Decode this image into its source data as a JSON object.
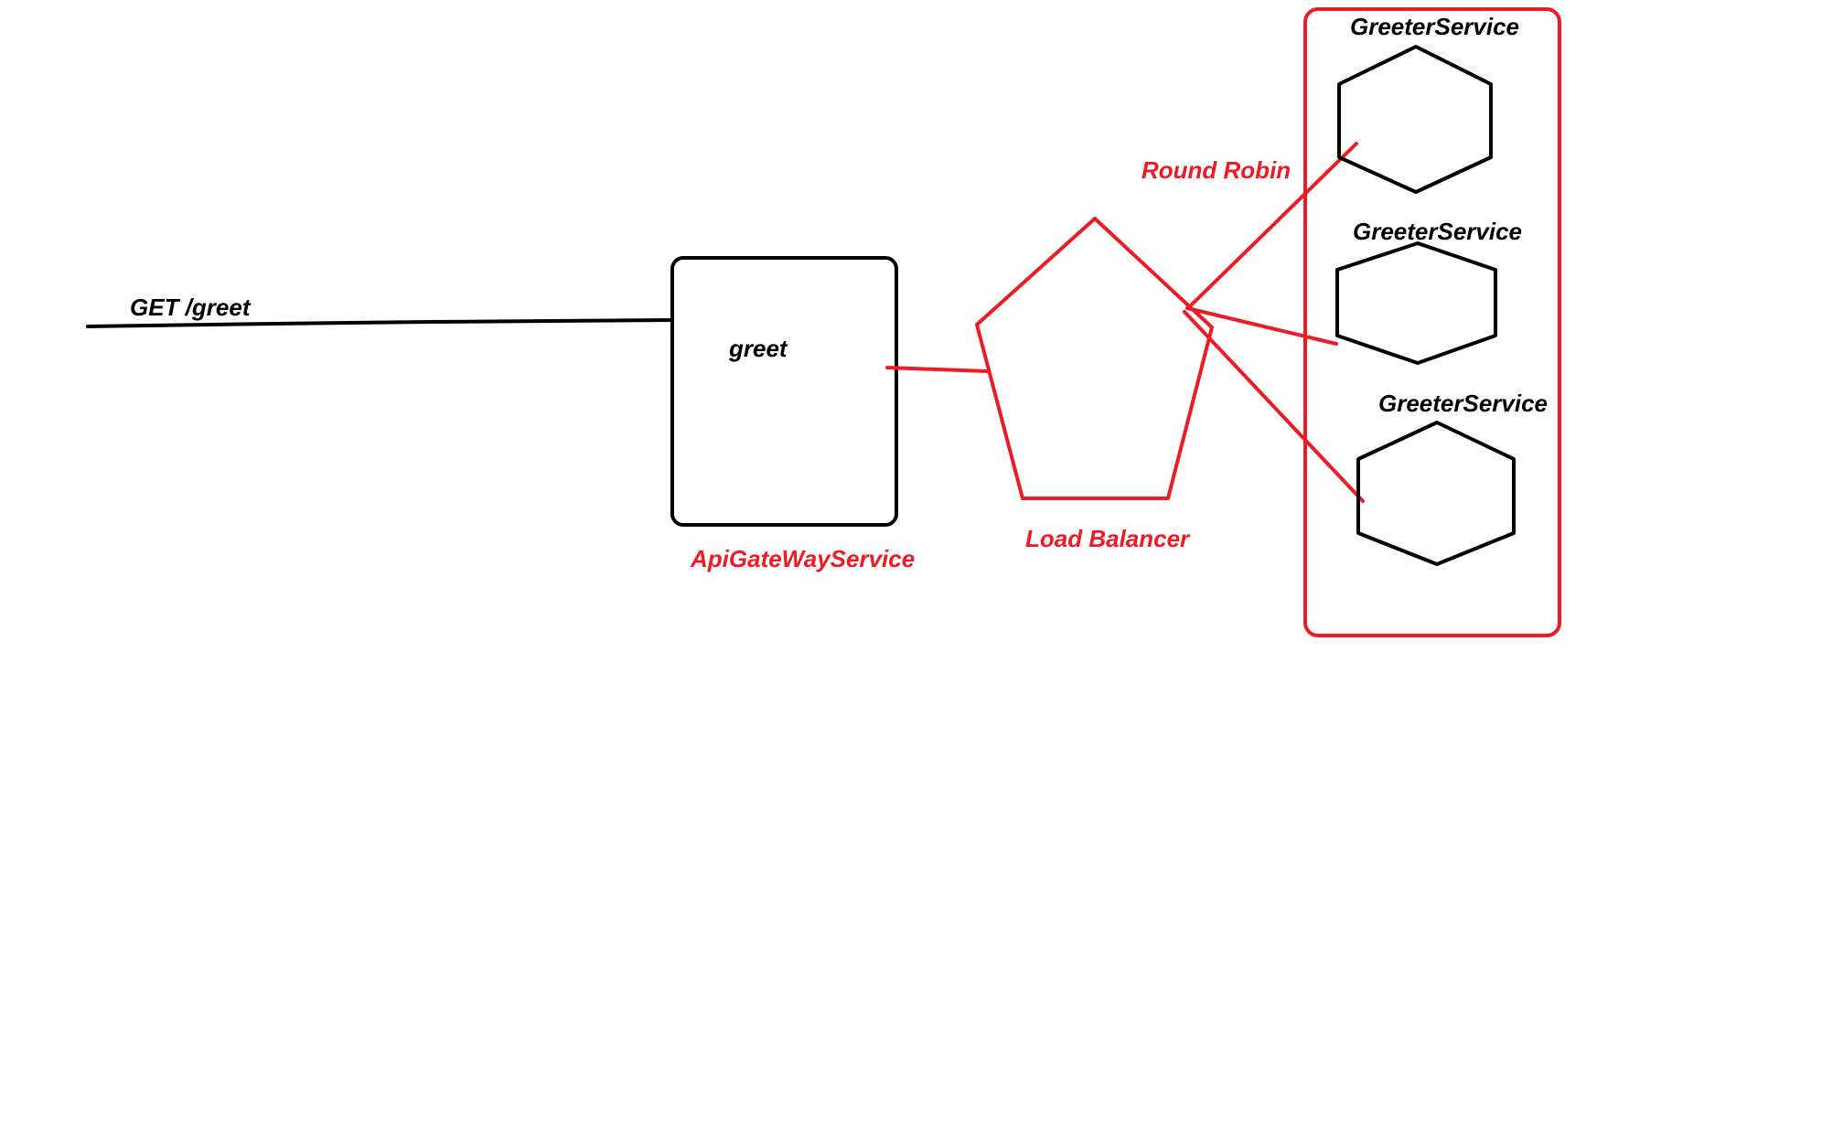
{
  "diagram": {
    "request_label": "GET /greet",
    "gateway": {
      "endpoint_label": "greet",
      "name": "ApiGateWayService"
    },
    "load_balancer": {
      "name": "Load Balancer",
      "strategy_label": "Round Robin"
    },
    "services": [
      {
        "name": "GreeterService"
      },
      {
        "name": "GreeterService"
      },
      {
        "name": "GreeterService"
      }
    ]
  },
  "colors": {
    "accent": "#ed1c24",
    "ink": "#000000",
    "background": "#ffffff"
  }
}
